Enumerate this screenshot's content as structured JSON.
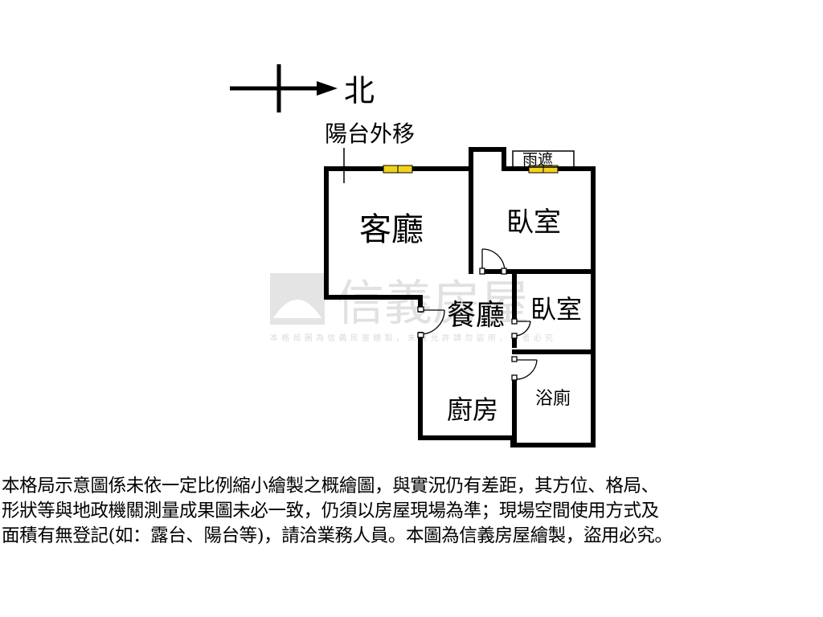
{
  "compass": {
    "north_label": "北"
  },
  "annotation": {
    "balcony_note": "陽台外移",
    "canopy_label": "雨遮"
  },
  "rooms": {
    "living_room": "客廳",
    "bedroom_1": "臥室",
    "bedroom_2": "臥室",
    "dining_room": "餐廳",
    "kitchen": "廚房",
    "bathroom": "浴廁"
  },
  "watermark": {
    "brand": "信義房屋",
    "notice": "本格局圖為信義房屋繪製，未經允許請勿盜用，違者必究"
  },
  "disclaimer": {
    "line1": "本格局示意圖係未依一定比例縮小繪製之概繪圖，與實況仍有差距，其方位、格局、",
    "line2": "形狀等與地政機關測量成果圖未必一致，仍須以房屋現場為準；現場空間使用方式及",
    "line3": "面積有無登記(如：露台、陽台等)，請洽業務人員。本圖為信義房屋繪製，盜用必究。"
  },
  "colors": {
    "wall": "#000000",
    "window_fill": "#f2d21a",
    "watermark_gray": "#c9c9c9"
  }
}
